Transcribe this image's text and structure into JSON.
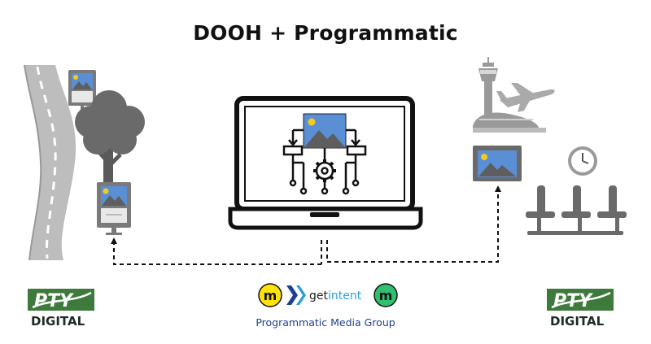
{
  "title": "DOOH + Programmatic",
  "logos": {
    "left": {
      "top": "PTY",
      "bottom": "DIGITAL"
    },
    "right": {
      "top": "PTY",
      "bottom": "DIGITAL"
    },
    "getintent": {
      "part1": "get",
      "part2": "intent"
    },
    "badge_letter": "m",
    "caption": "Programmatic Media Group"
  },
  "colors": {
    "pty_green": "#3e7a3b",
    "gray": "#6e6e6e",
    "screen_blue": "#5a8fd6",
    "sun": "#f4cb1d",
    "mountain": "#5e5e5e",
    "badge_yellow": "#ffe20a",
    "badge_green": "#2fbf71",
    "caption_blue": "#1f3f8f"
  },
  "icons": [
    "road-icon",
    "tree-icon",
    "billboard-icon",
    "laptop-icon",
    "gear-icon",
    "image-icon",
    "control-tower-icon",
    "airplane-icon",
    "terminal-icon",
    "clock-icon",
    "seating-icon",
    "network-arrows"
  ]
}
